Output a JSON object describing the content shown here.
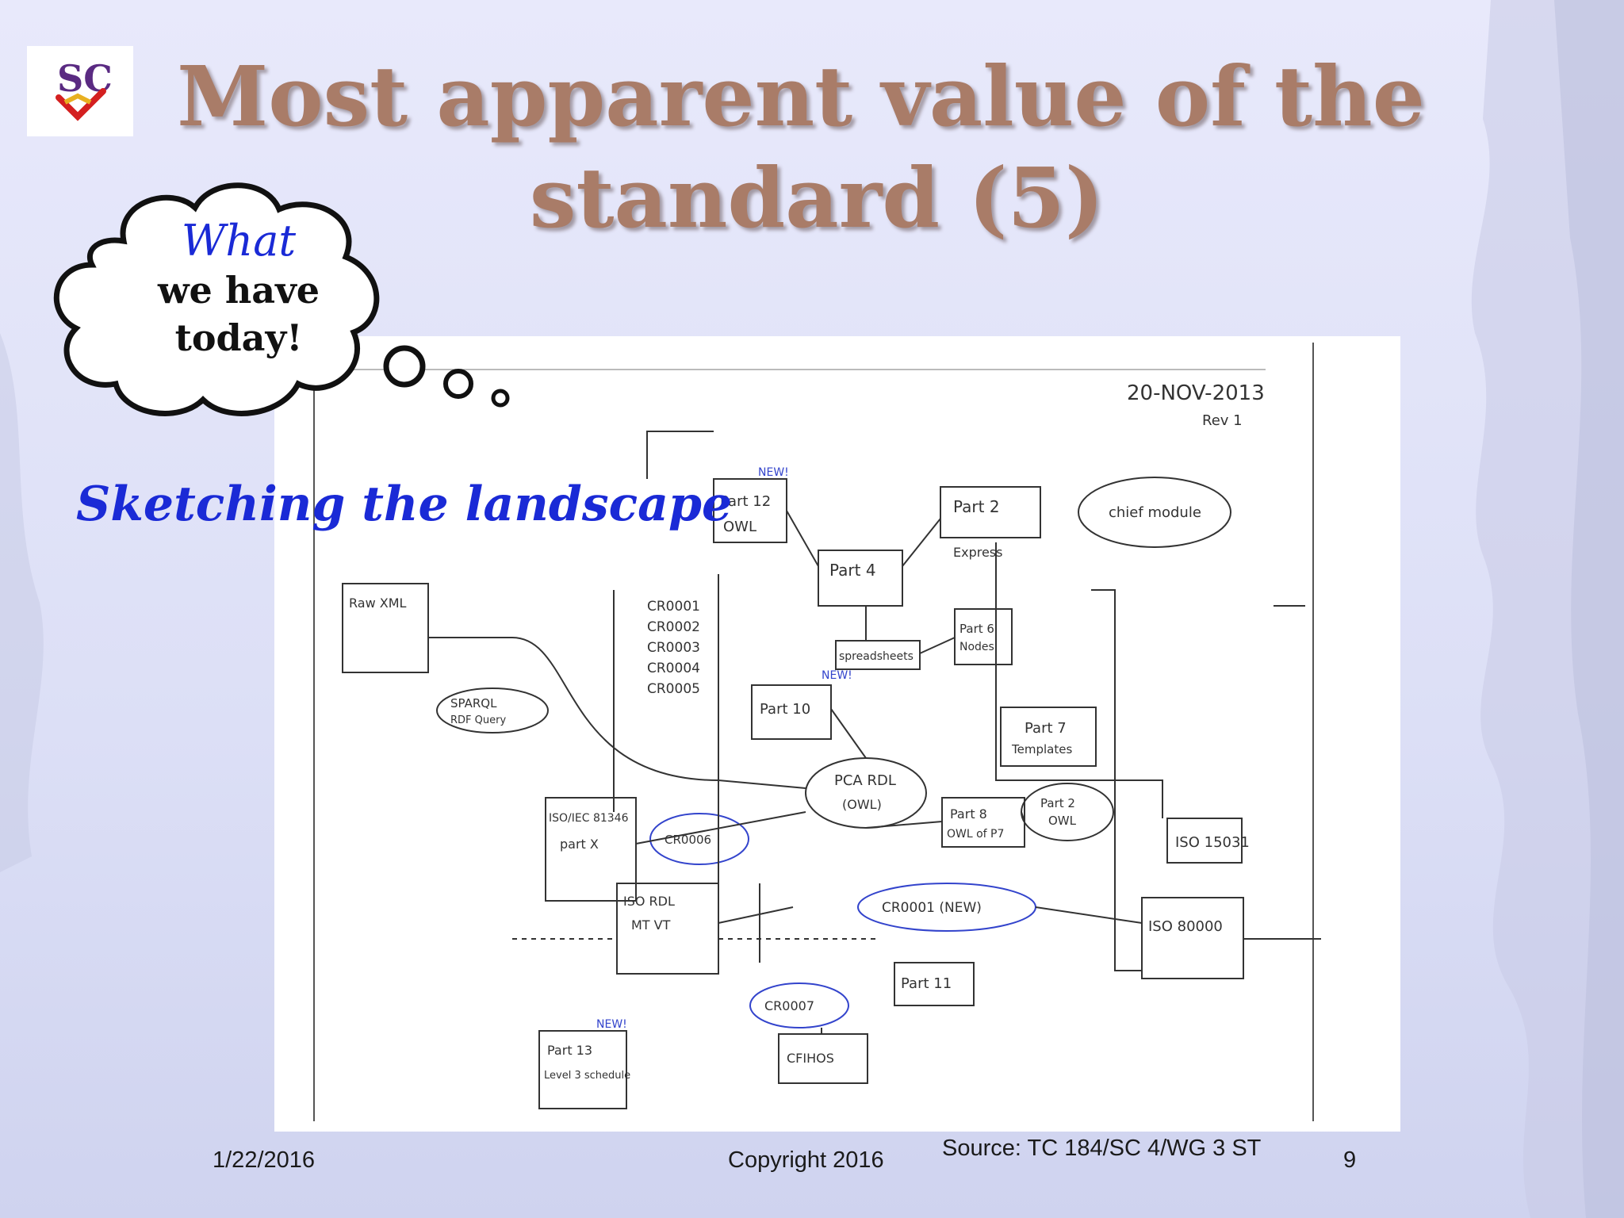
{
  "slide": {
    "title_line1": "Most apparent value of the",
    "title_line2": "standard (5)",
    "logo_text": "SC",
    "colors": {
      "title": "#a97c68",
      "accent_blue": "#1a2ad6",
      "background": "#dcdff6"
    }
  },
  "bubble": {
    "what": "What",
    "line2": "we have",
    "line3": "today!"
  },
  "subtitle": "Sketching the landscape",
  "sketch": {
    "date": "20-NOV-2013",
    "rev": "Rev 1",
    "boxes": [
      {
        "label": "Part 12",
        "sub": "OWL"
      },
      {
        "label": "Part 2",
        "sub": "Express"
      },
      {
        "label": "Part 4"
      },
      {
        "label": "Part 6",
        "sub": "Nodes"
      },
      {
        "label": "Part 7",
        "sub": "Templates"
      },
      {
        "label": "Part 8",
        "sub": "OWL of P7"
      },
      {
        "label": "Part 2",
        "sub": "OWL"
      },
      {
        "label": "Part 11"
      },
      {
        "label": "Part 13",
        "sub": "Level 3 schedule"
      },
      {
        "label": "ISO 15031"
      },
      {
        "label": "ISO 80000"
      },
      {
        "label": "PCA RDL",
        "sub": "(OWL)"
      },
      {
        "label": "ISO/IEC 81346",
        "sub": "part X"
      },
      {
        "label": "ISO RDL",
        "sub": "MT VT"
      },
      {
        "label": "CR0001 (NEW)"
      },
      {
        "label": "CR0007"
      },
      {
        "label": "CR0006"
      },
      {
        "label": "CFIHOS"
      },
      {
        "label": "Raw XML"
      },
      {
        "label": "SPARQL",
        "sub": "RDF Query"
      },
      {
        "label": "spreadsheets"
      },
      {
        "label": "chief module"
      }
    ],
    "cr_list": [
      "CR0001",
      "CR0002",
      "CR0003",
      "CR0004",
      "CR0005"
    ],
    "new_tag": "NEW!"
  },
  "footer": {
    "date": "1/22/2016",
    "copyright": "Copyright 2016",
    "source": "Source: TC 184/SC 4/WG 3 ST",
    "page": "9"
  }
}
